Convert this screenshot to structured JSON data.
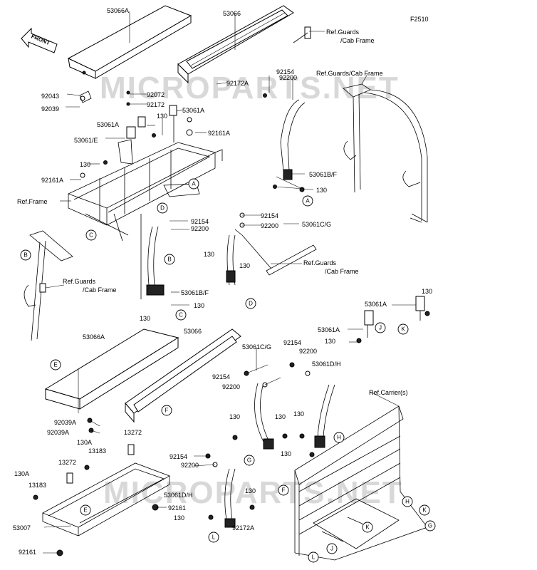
{
  "figure_code": "F2510",
  "watermark": "MICROPARTS.NET",
  "front_label": "FRONT",
  "labels": [
    {
      "id": "t1",
      "text": "53066A"
    },
    {
      "id": "t2",
      "text": "53066"
    },
    {
      "id": "t3",
      "text": "F2510"
    },
    {
      "id": "t4",
      "text": "Ref.Guards"
    },
    {
      "id": "t5",
      "text": "/Cab Frame"
    },
    {
      "id": "t6",
      "text": "92154"
    },
    {
      "id": "t7",
      "text": "92200"
    },
    {
      "id": "t8",
      "text": "Ref.Guards/Cab Frame"
    },
    {
      "id": "t9",
      "text": "92043"
    },
    {
      "id": "t10",
      "text": "92039"
    },
    {
      "id": "t11",
      "text": "92072"
    },
    {
      "id": "t12",
      "text": "92172"
    },
    {
      "id": "t13",
      "text": "92172A"
    },
    {
      "id": "t14",
      "text": "130"
    },
    {
      "id": "t15",
      "text": "53061A"
    },
    {
      "id": "t16",
      "text": "53061A"
    },
    {
      "id": "t17",
      "text": "92161A"
    },
    {
      "id": "t18",
      "text": "53061/E"
    },
    {
      "id": "t19",
      "text": "130"
    },
    {
      "id": "t20",
      "text": "92161A"
    },
    {
      "id": "t21",
      "text": "53061B/F"
    },
    {
      "id": "t22",
      "text": "130"
    },
    {
      "id": "t23",
      "text": "Ref.Frame"
    },
    {
      "id": "t24",
      "text": "92154"
    },
    {
      "id": "t25",
      "text": "92200"
    },
    {
      "id": "t26",
      "text": "92154"
    },
    {
      "id": "t27",
      "text": "92200"
    },
    {
      "id": "t28",
      "text": "53061C/G"
    },
    {
      "id": "t29",
      "text": "130"
    },
    {
      "id": "t30",
      "text": "130"
    },
    {
      "id": "t31",
      "text": "Ref.Guards"
    },
    {
      "id": "t32",
      "text": "/Cab Frame"
    },
    {
      "id": "t33",
      "text": "Ref.Guards"
    },
    {
      "id": "t34",
      "text": "/Cab Frame"
    },
    {
      "id": "t35",
      "text": "53061B/F"
    },
    {
      "id": "t36",
      "text": "130"
    },
    {
      "id": "t37",
      "text": "130"
    },
    {
      "id": "t38",
      "text": "53061A"
    },
    {
      "id": "t39",
      "text": "130"
    },
    {
      "id": "t40",
      "text": "53061A"
    },
    {
      "id": "t41",
      "text": "130"
    },
    {
      "id": "t42",
      "text": "53066A"
    },
    {
      "id": "t43",
      "text": "53066"
    },
    {
      "id": "t44",
      "text": "53061C/G"
    },
    {
      "id": "t45",
      "text": "92154"
    },
    {
      "id": "t46",
      "text": "92200"
    },
    {
      "id": "t47",
      "text": "53061D/H"
    },
    {
      "id": "t48",
      "text": "92154"
    },
    {
      "id": "t49",
      "text": "92200"
    },
    {
      "id": "t50",
      "text": "Ref.Carrier(s)"
    },
    {
      "id": "t51",
      "text": "130"
    },
    {
      "id": "t52",
      "text": "130"
    },
    {
      "id": "t53",
      "text": "130"
    },
    {
      "id": "t54",
      "text": "130"
    },
    {
      "id": "t55",
      "text": "92039A"
    },
    {
      "id": "t56",
      "text": "92039A"
    },
    {
      "id": "t57",
      "text": "13272"
    },
    {
      "id": "t58",
      "text": "130A"
    },
    {
      "id": "t59",
      "text": "13183"
    },
    {
      "id": "t60",
      "text": "13272"
    },
    {
      "id": "t61",
      "text": "92154"
    },
    {
      "id": "t62",
      "text": "92200"
    },
    {
      "id": "t63",
      "text": "130A"
    },
    {
      "id": "t64",
      "text": "13183"
    },
    {
      "id": "t65",
      "text": "53061D/H"
    },
    {
      "id": "t66",
      "text": "130"
    },
    {
      "id": "t67",
      "text": "92161"
    },
    {
      "id": "t68",
      "text": "130"
    },
    {
      "id": "t69",
      "text": "92172A"
    },
    {
      "id": "t70",
      "text": "53007"
    },
    {
      "id": "t71",
      "text": "92161"
    }
  ],
  "callouts": [
    {
      "id": "c1",
      "letter": "A"
    },
    {
      "id": "c2",
      "letter": "A"
    },
    {
      "id": "c3",
      "letter": "B"
    },
    {
      "id": "c4",
      "letter": "B"
    },
    {
      "id": "c5",
      "letter": "C"
    },
    {
      "id": "c6",
      "letter": "C"
    },
    {
      "id": "c7",
      "letter": "D"
    },
    {
      "id": "c8",
      "letter": "D"
    },
    {
      "id": "c9",
      "letter": "J"
    },
    {
      "id": "c10",
      "letter": "K"
    },
    {
      "id": "c11",
      "letter": "E"
    },
    {
      "id": "c12",
      "letter": "F"
    },
    {
      "id": "c13",
      "letter": "H"
    },
    {
      "id": "c14",
      "letter": "G"
    },
    {
      "id": "c15",
      "letter": "E"
    },
    {
      "id": "c16",
      "letter": "F"
    },
    {
      "id": "c17",
      "letter": "H"
    },
    {
      "id": "c18",
      "letter": "K"
    },
    {
      "id": "c19",
      "letter": "L"
    },
    {
      "id": "c20",
      "letter": "K"
    },
    {
      "id": "c21",
      "letter": "G"
    },
    {
      "id": "c22",
      "letter": "J"
    },
    {
      "id": "c23",
      "letter": "L"
    }
  ]
}
